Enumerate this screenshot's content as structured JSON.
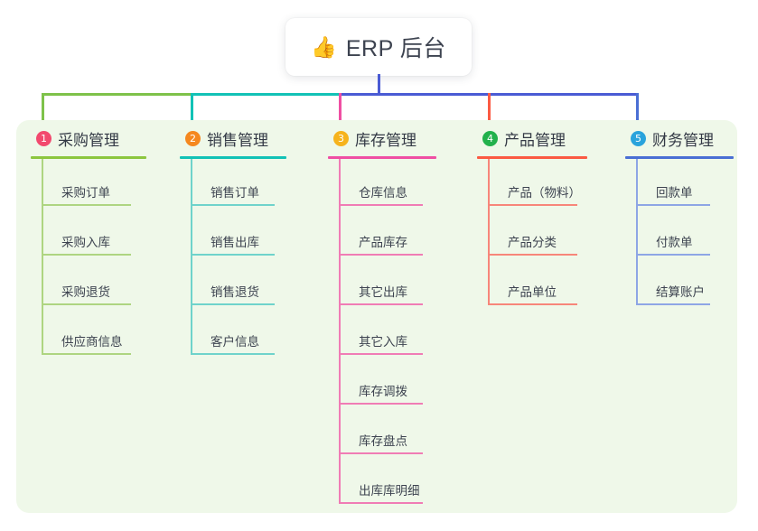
{
  "root": {
    "icon": "thumbs-up-icon",
    "icon_glyph": "👍",
    "label": "ERP 后台"
  },
  "palette": {
    "panel_background": "#eff8e9",
    "page_background": "#ffffff",
    "root_connector": "#4a5bd4",
    "text": "#3d4350"
  },
  "connectors": {
    "trunk_color": "#4a5bd4",
    "bus_segments": [
      {
        "name": "bus-green",
        "color": "#7ec24a"
      },
      {
        "name": "bus-teal",
        "color": "#12c2b6"
      },
      {
        "name": "bus-blue",
        "color": "#4a5bd4"
      }
    ]
  },
  "columns": [
    {
      "index": "1",
      "title": "采购管理",
      "badge_color": "#f2496e",
      "line_color": "#8cc63f",
      "leaf_color": "#aed581",
      "drop_color": "#7ec24a",
      "items": [
        "采购订单",
        "采购入库",
        "采购退货",
        "供应商信息"
      ]
    },
    {
      "index": "2",
      "title": "销售管理",
      "badge_color": "#f5881f",
      "line_color": "#12c2b6",
      "leaf_color": "#6fd3cb",
      "drop_color": "#12c2b6",
      "items": [
        "销售订单",
        "销售出库",
        "销售退货",
        "客户信息"
      ]
    },
    {
      "index": "3",
      "title": "库存管理",
      "badge_color": "#f6b31c",
      "line_color": "#ef4fa3",
      "leaf_color": "#f07cb5",
      "drop_color": "#ef4fa3",
      "items": [
        "仓库信息",
        "产品库存",
        "其它出库",
        "其它入库",
        "库存调拨",
        "库存盘点",
        "出库库明细"
      ]
    },
    {
      "index": "4",
      "title": "产品管理",
      "badge_color": "#22b14c",
      "line_color": "#fb5a43",
      "leaf_color": "#f7867a",
      "drop_color": "#fb5a43",
      "items": [
        "产品（物料）",
        "产品分类",
        "产品单位"
      ]
    },
    {
      "index": "5",
      "title": "财务管理",
      "badge_color": "#29a3dc",
      "line_color": "#4a6fd4",
      "leaf_color": "#8ea6e5",
      "drop_color": "#4a6fd4",
      "items": [
        "回款单",
        "付款单",
        "结算账户"
      ]
    }
  ]
}
